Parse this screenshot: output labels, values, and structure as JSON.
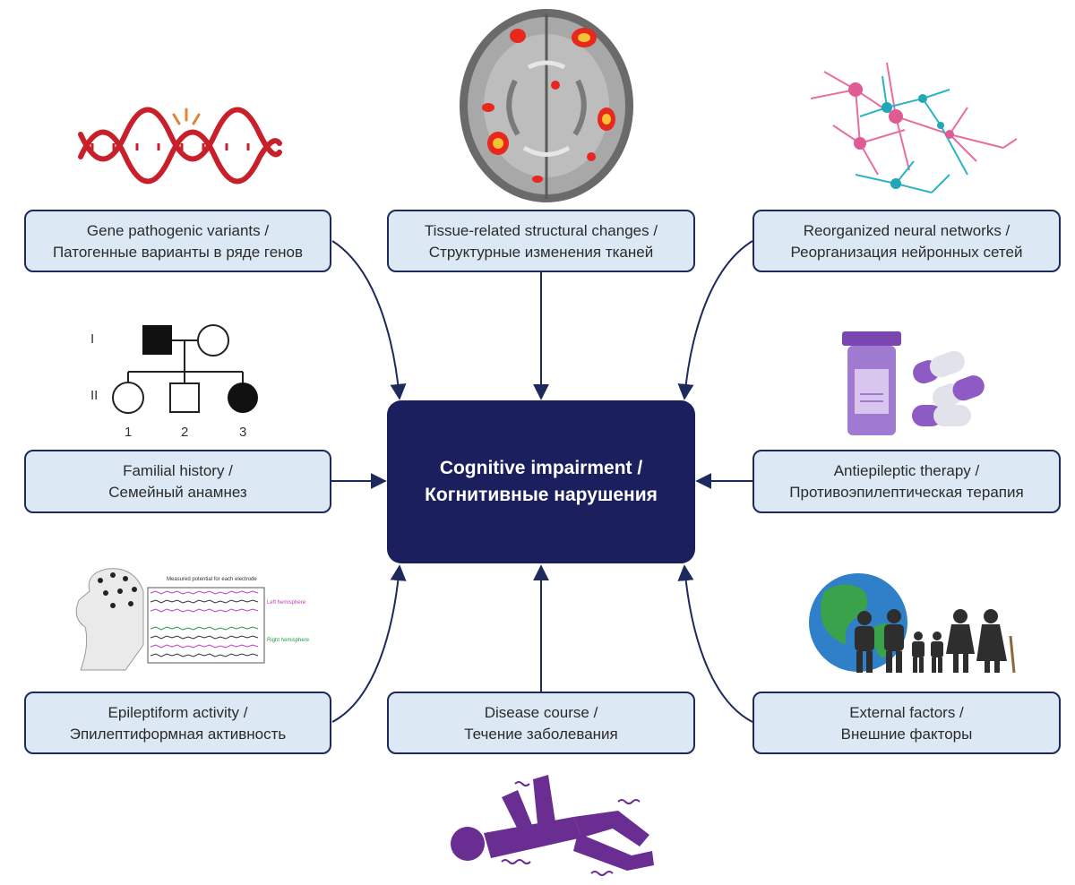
{
  "center": {
    "line1": "Cognitive impairment /",
    "line2": "Когнитивные нарушения"
  },
  "nodes": {
    "gene": {
      "line1": "Gene pathogenic variants /",
      "line2": "Патогенные варианты в ряде генов"
    },
    "tissue": {
      "line1": "Tissue-related structural changes /",
      "line2": "Структурные изменения тканей"
    },
    "neural": {
      "line1": "Reorganized neural networks /",
      "line2": "Реорганизация нейронных сетей"
    },
    "familial": {
      "line1": "Familial history /",
      "line2": "Семейный анамнез"
    },
    "antiepileptic": {
      "line1": "Antiepileptic therapy /",
      "line2": "Противоэпилептическая терапия"
    },
    "epileptiform": {
      "line1": "Epileptiform activity /",
      "line2": "Эпилептиформная активность"
    },
    "disease": {
      "line1": "Disease course /",
      "line2": "Течение заболевания"
    },
    "external": {
      "line1": "External factors /",
      "line2": "Внешние факторы"
    }
  },
  "pedigree": {
    "gen1": "I",
    "gen2": "II",
    "ind1": "1",
    "ind2": "2",
    "ind3": "3"
  },
  "eeg": {
    "title": "Measured potential for each electrode",
    "left": "Left hemisphere",
    "right": "Right hemisphere"
  },
  "icons": [
    "dna-icon",
    "brain-mri-icon",
    "neurons-icon",
    "pedigree-icon",
    "pills-icon",
    "eeg-icon",
    "seizure-person-icon",
    "globe-family-icon"
  ],
  "colors": {
    "navy": "#1b1f5e",
    "box_fill": "#dce8f4",
    "arrow": "#1f2a5c",
    "dna_red": "#c8202a",
    "pill_purple": "#8e5bc4",
    "seizure_purple": "#6a2d91"
  }
}
